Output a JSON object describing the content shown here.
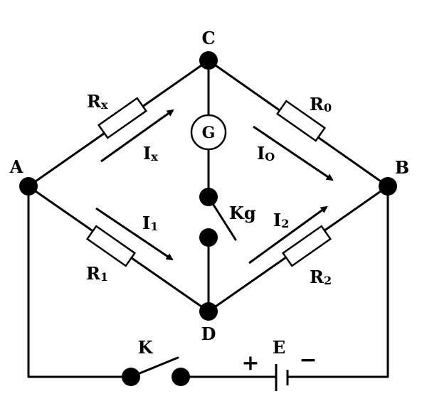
{
  "nodes": {
    "A": "A",
    "B": "B",
    "C": "C",
    "D": "D"
  },
  "resistors": {
    "rx": {
      "main": "R",
      "sub": "x"
    },
    "r0": {
      "main": "R",
      "sub": "0"
    },
    "r1": {
      "main": "R",
      "sub": "1"
    },
    "r2": {
      "main": "R",
      "sub": "2"
    }
  },
  "currents": {
    "ix": {
      "main": "I",
      "sub": "x"
    },
    "i0": {
      "main": "I",
      "sub": "O"
    },
    "i1": {
      "main": "I",
      "sub": "1"
    },
    "i2": {
      "main": "I",
      "sub": "2"
    }
  },
  "galvanometer": "G",
  "switch_g": "Kg",
  "switch_main": "K",
  "battery": {
    "label": "E",
    "plus": "+",
    "minus": "−"
  }
}
